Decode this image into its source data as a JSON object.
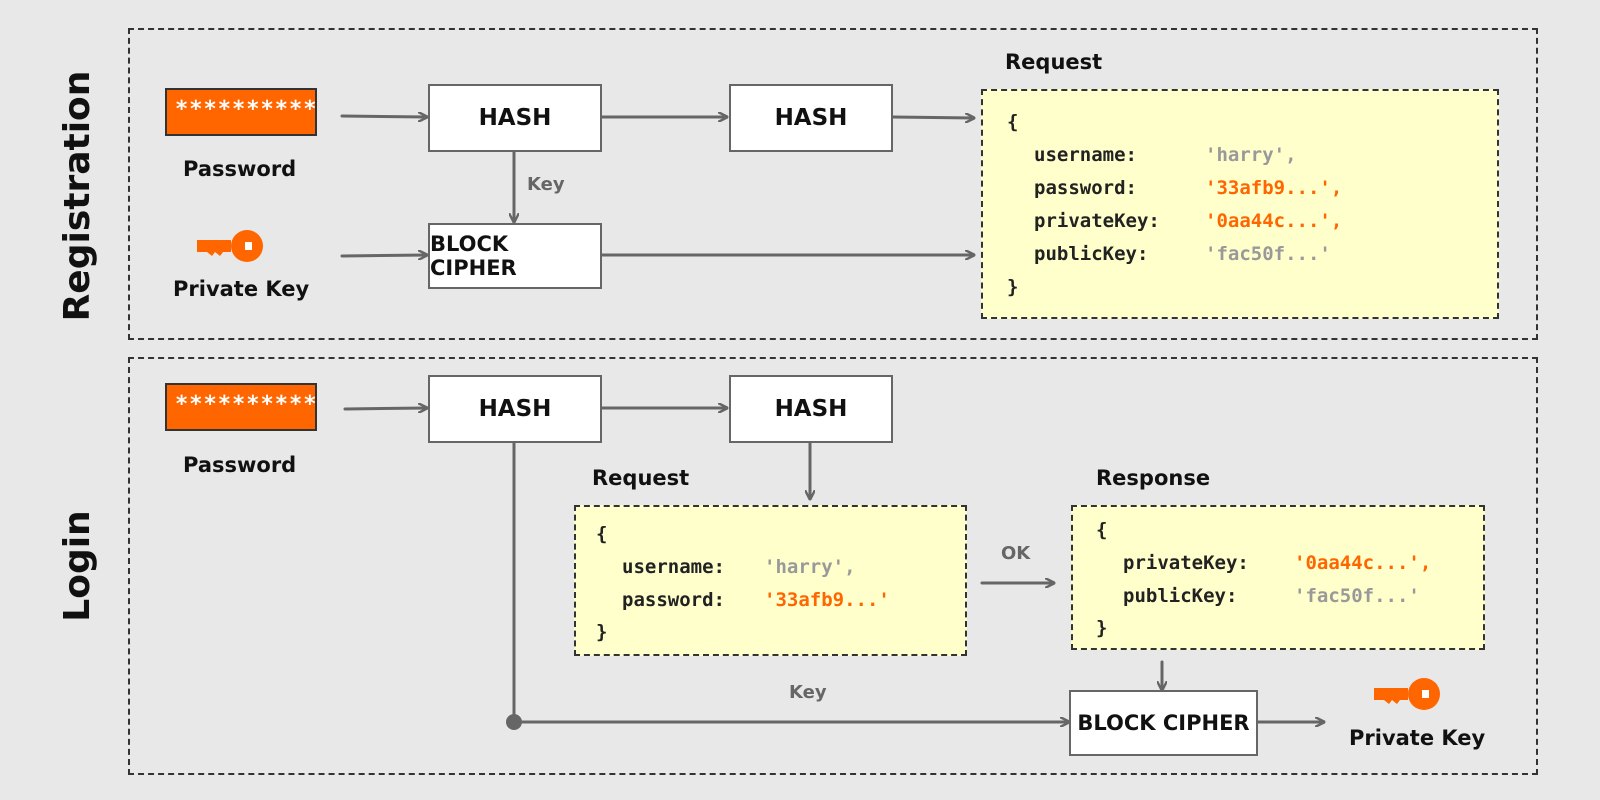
{
  "registration": {
    "section_label": "Registration",
    "password_mask": "**********",
    "password_caption": "Password",
    "private_key_caption": "Private Key",
    "hash1_label": "HASH",
    "hash2_label": "HASH",
    "cipher_label": "BLOCK CIPHER",
    "key_label": "Key",
    "request_label": "Request",
    "request": {
      "open": "{",
      "close": "}",
      "lines": [
        {
          "key": "username:",
          "value": "'harry',"
        },
        {
          "key": "password:",
          "value": "'33afb9...',"
        },
        {
          "key": "privateKey:",
          "value": "'0aa44c...',"
        },
        {
          "key": "publicKey:",
          "value": "'fac50f...'"
        }
      ]
    }
  },
  "login": {
    "section_label": "Login",
    "password_mask": "**********",
    "password_caption": "Password",
    "hash1_label": "HASH",
    "hash2_label": "HASH",
    "request_label": "Request",
    "request": {
      "open": "{",
      "close": "}",
      "lines": [
        {
          "key": "username:",
          "value": "'harry',"
        },
        {
          "key": "password:",
          "value": "'33afb9...'"
        }
      ]
    },
    "ok_label": "OK",
    "response_label": "Response",
    "response": {
      "open": "{",
      "close": "}",
      "lines": [
        {
          "key": "privateKey:",
          "value": "'0aa44c...',"
        },
        {
          "key": "publicKey:",
          "value": "'fac50f...'"
        }
      ]
    },
    "key_label": "Key",
    "cipher_label": "BLOCK CIPHER",
    "private_key_caption": "Private Key"
  },
  "colors": {
    "accent": "#ff6600",
    "json_bg": "#ffffcc",
    "arrow": "#666666",
    "muted_value": "#999999"
  }
}
